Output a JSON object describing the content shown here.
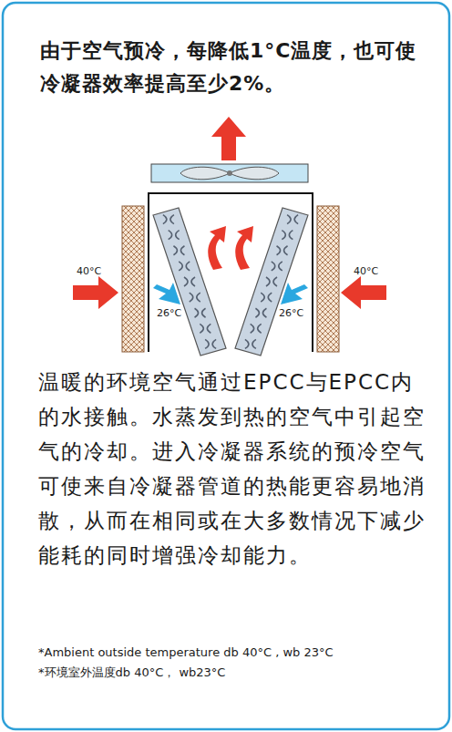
{
  "diagram": {
    "title": "由于空气预冷，每降低1°C温度，也可使冷凝器效率提高至少2%。",
    "labels": [
      "40°C",
      "40°C",
      "26°C",
      "26°C",
      "温暖的环境空气通过EPCC与EPCC内的水接触。水蒸发到热的空气中引起空气的冷却。进入冷凝器系统的预冷空气可使来自冷凝器管道的热能更容易地消散，从而在相同或在大多数情况下减少能耗的同时增强冷却能力。",
      "*Ambient outside temperature db 40°C , wb 23°C",
      "*环境室外温度db 40°C， wb23°C"
    ]
  }
}
